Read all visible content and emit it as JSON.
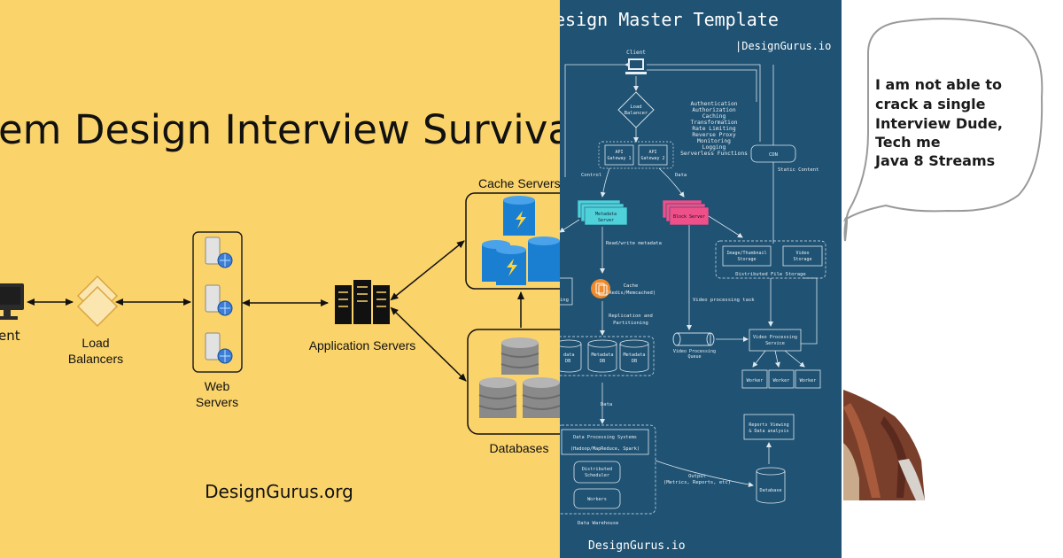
{
  "left_panel": {
    "title": "em Design Interview Survival G",
    "client_label": "ent",
    "load_balancers_line1": "Load",
    "load_balancers_line2": "Balancers",
    "web_servers_line1": "Web",
    "web_servers_line2": "Servers",
    "app_servers_label": "Application Servers",
    "cache_servers_label": "Cache Servers",
    "databases_label": "Databases",
    "brand": "DesignGurus.org"
  },
  "middle_panel": {
    "title": "esign Master Template",
    "brand_top": "|DesignGurus.io",
    "brand_bottom": "DesignGurus.io",
    "client": "Client",
    "load_balancer_1": "Load",
    "load_balancer_2": "Balancer",
    "api_gw1_1": "API",
    "api_gw1_2": "Gateway 1",
    "api_gw2_1": "API",
    "api_gw2_2": "Gateway 2",
    "features": [
      "Authentication",
      "Authorization",
      "Caching",
      "Transformation",
      "Rate Limiting",
      "Reverse Proxy",
      "Monitoring",
      "Logging",
      "Serverless Functions"
    ],
    "cdn": "CDN",
    "static_content": "Static Content",
    "control": "Control",
    "data_label": "Data",
    "metadata_server_1": "Metadata",
    "metadata_server_2": "Server",
    "block_server": "Block Server",
    "read_write_metadata": "Read/write metadata",
    "image_storage_1": "Image/Thumbnail",
    "image_storage_2": "Storage",
    "video_storage_1": "Video",
    "video_storage_2": "Storage",
    "distributed_file_storage": "Distributed File Storage",
    "cache_1": "Cache",
    "cache_2": "(Redis/Memcached)",
    "partial_box_text": "ing",
    "video_processing_task": "Video processing task",
    "replication_1": "Replication and",
    "replication_2": "Partitioning",
    "vpq_1": "Video Processing",
    "vpq_2": "Queue",
    "vps_1": "Video Processing",
    "vps_2": "Service",
    "metadata_db_partial_1": "data",
    "metadata_db_1": "Metadata",
    "metadata_db_2": "DB",
    "worker": "Worker",
    "data_arrow": "Data",
    "reports_1": "Reports Viewing",
    "reports_2": "& Data analysis",
    "dps_1": "Data Processing Systems",
    "dps_2": "(Hadoop/MapReduce, Spark)",
    "dist_sched_1": "Distributed",
    "dist_sched_2": "Scheduler",
    "workers": "Workers",
    "output_1": "Output",
    "output_2": "(Metrics, Reports, etc)",
    "database": "Database",
    "data_warehouse": "Data Warehouse"
  },
  "right_panel": {
    "bubble_lines": [
      "I am not able to",
      "crack a single",
      "Interview Dude,",
      "Tech me",
      "Java 8 Streams"
    ]
  },
  "colors": {
    "yellow_bg": "#fad36a",
    "blue_bg": "#1f5273",
    "cyan_accent": "#4fd1d9",
    "pink_accent": "#f0508a",
    "cache_blue": "#1a7fd1",
    "orange_cache": "#f08a2a"
  }
}
